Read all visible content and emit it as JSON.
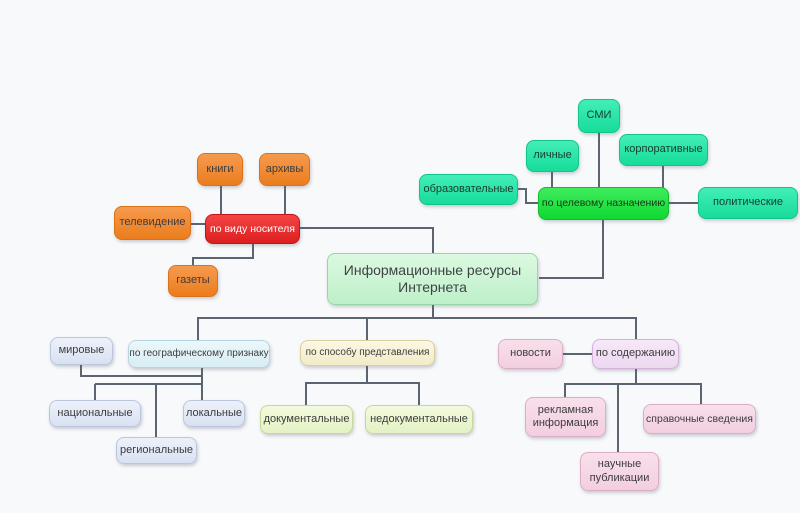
{
  "canvas": {
    "background": "#f8f9fa",
    "connector_color": "#5c6470"
  },
  "central": {
    "label": "Информационные ресурсы Интернета",
    "fill": "#c9f0cf"
  },
  "branches": {
    "medium": {
      "parent_label": "по виду носителя",
      "parent_fill": "#e62626",
      "child_fill": "#ef8329",
      "children": {
        "tv": "телевидение",
        "books": "книги",
        "archives": "архивы",
        "newspapers": "газеты"
      }
    },
    "purpose": {
      "parent_label": "по целевому назначению",
      "parent_fill": "#1edd3f",
      "child_fill": "#23e0a5",
      "children": {
        "smi": "СМИ",
        "personal": "личные",
        "corporate": "корпоративные",
        "educational": "образовательные",
        "political": "политические"
      }
    },
    "geography": {
      "parent_label": "по географическому признаку",
      "parent_fill": "#e2f2f7",
      "child_fill": "#e0e7f5",
      "children": {
        "world": "мировые",
        "national": "национальные",
        "local": "локальные",
        "regional": "региональные"
      }
    },
    "representation": {
      "parent_label": "по способу представления",
      "parent_fill": "#f7f1d6",
      "child_fill": "#ebf6d1",
      "children": {
        "documentary": "документальные",
        "nondocumentary": "недокументальные"
      }
    },
    "content": {
      "parent_label": "по содержанию",
      "parent_fill": "#f1e0f4",
      "child_fill": "#f6d7e7",
      "children": {
        "news": "новости",
        "ads": "рекламная информация",
        "reference": "справочные сведения",
        "science": "научные публикации"
      }
    }
  }
}
